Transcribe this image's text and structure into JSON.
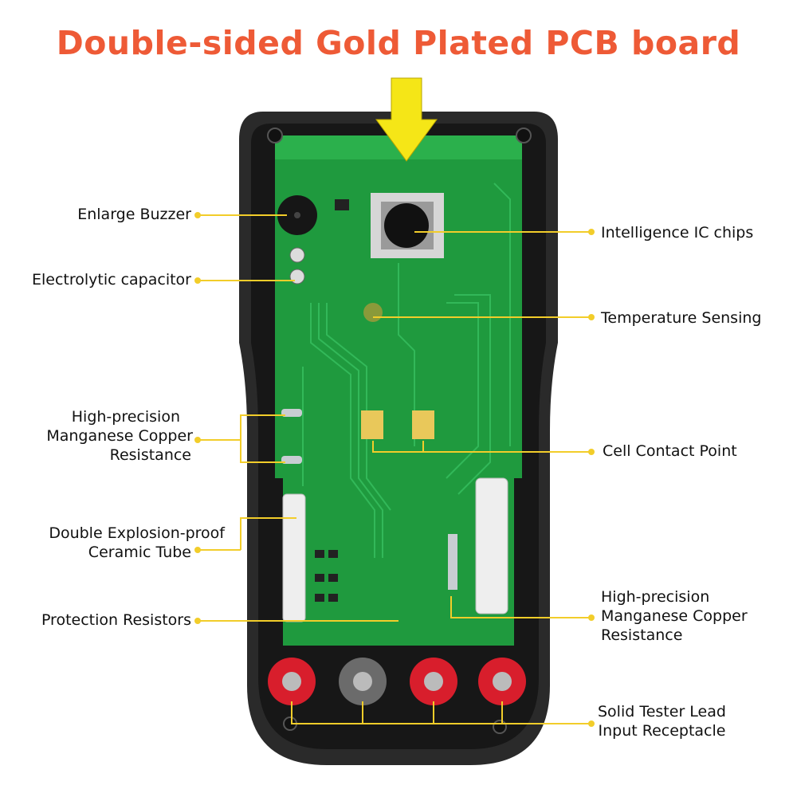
{
  "title": "Double-sided Gold Plated PCB board",
  "labels": {
    "enlarge_buzzer": "Enlarge Buzzer",
    "electrolytic_capacitor": "Electrolytic capacitor",
    "hp_resistance_left": [
      "High-precision",
      "Manganese Copper",
      "Resistance"
    ],
    "ceramic_tube": [
      "Double Explosion-proof",
      "Ceramic Tube"
    ],
    "protection_resistors": "Protection Resistors",
    "intelligence_ic": "Intelligence IC chips",
    "temperature_sensing": "Temperature Sensing",
    "cell_contact": "Cell Contact Point",
    "hp_resistance_right": [
      "High-precision",
      "Manganese Copper",
      "Resistance"
    ],
    "tester_lead": [
      "Solid Tester Lead",
      "Input Receptacle"
    ]
  },
  "colors": {
    "title": "#ee5a36",
    "arrow": "#f5e617",
    "leader": "#f2cd2a",
    "pcb": "#1f9a3e",
    "case": "#2a2a2a",
    "jack_red": "#d81e2c",
    "jack_gray": "#6b6b6b"
  }
}
